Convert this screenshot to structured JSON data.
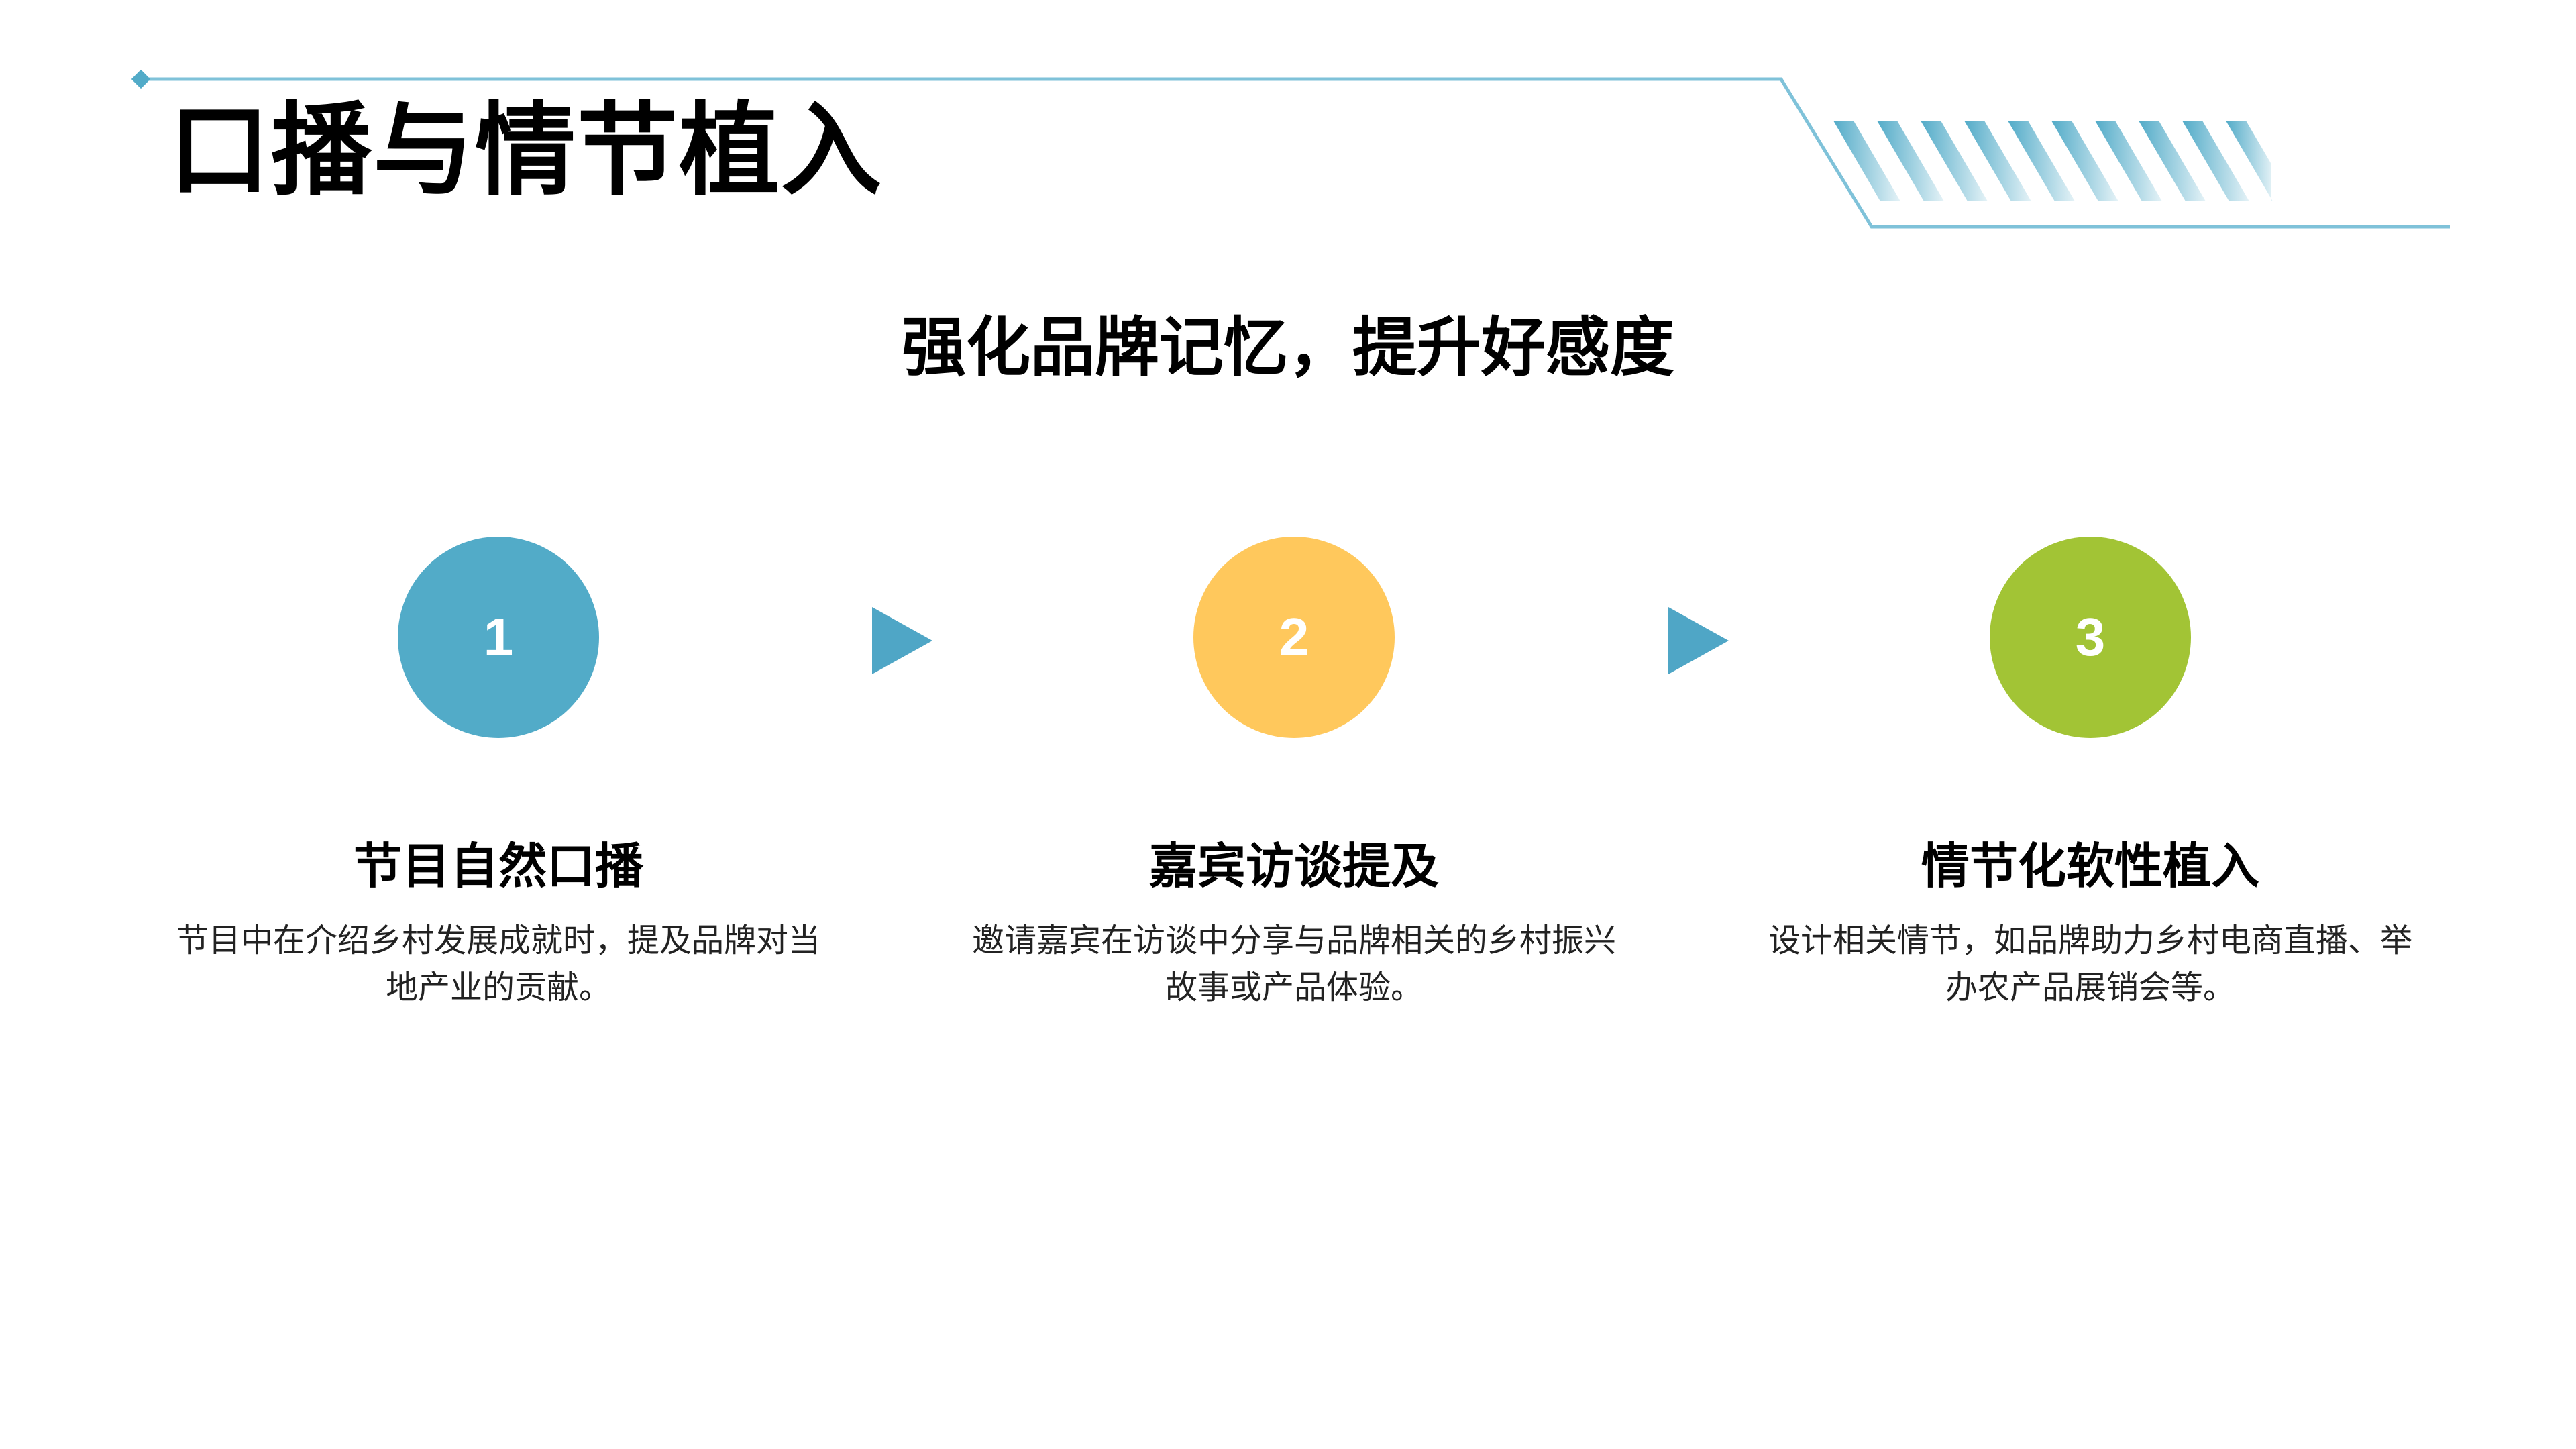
{
  "header": {
    "title": "口播与情节植入"
  },
  "main": {
    "subtitle": "强化品牌记忆，提升好感度",
    "steps": [
      {
        "number": "1",
        "color": "#52ABC8",
        "title": "节目自然口播",
        "description": "节目中在介绍乡村发展成就时，提及品牌对当地产业的贡献。"
      },
      {
        "number": "2",
        "color": "#FFC85C",
        "title": "嘉宾访谈提及",
        "description": "邀请嘉宾在访谈中分享与品牌相关的乡村振兴故事或产品体验。"
      },
      {
        "number": "3",
        "color": "#A2C435",
        "title": "情节化软性植入",
        "description": "设计相关情节，如品牌助力乡村电商直播、举办农产品展销会等。"
      }
    ]
  },
  "colors": {
    "accent": "#52ABC8",
    "arrow": "#4FA6C6"
  },
  "icons": {
    "arrow": "triangle-right-icon"
  }
}
